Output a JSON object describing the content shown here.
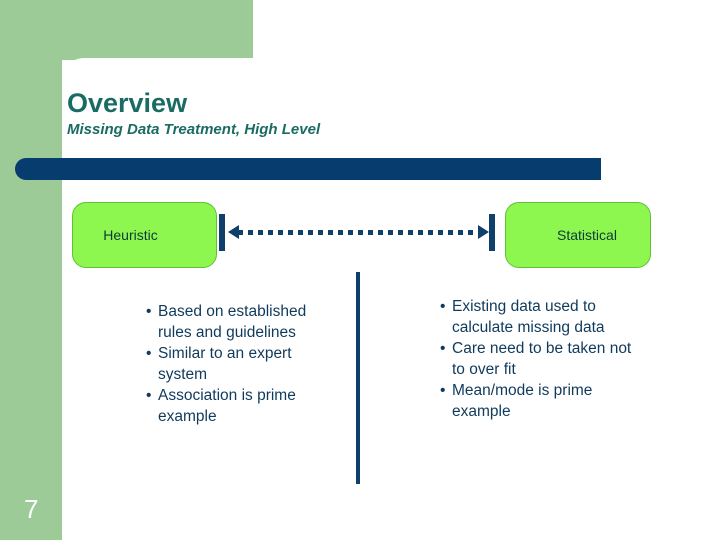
{
  "slide": {
    "title": "Overview",
    "subtitle": "Missing Data Treatment, High Level",
    "page_number": "7"
  },
  "colors": {
    "green_band": "#9ccb98",
    "title_teal": "#1a6b63",
    "bar_navy": "#073d6e",
    "node_green": "#8ef74f",
    "node_text": "#0d3a36",
    "body_navy": "#0f3a5c",
    "connector_navy": "#0f3f6b"
  },
  "diagram": {
    "left_node": {
      "label": "Heuristic"
    },
    "right_node": {
      "label": "Statistical"
    },
    "connector": {
      "style": "dotted",
      "arrowheads": "both"
    }
  },
  "columns": {
    "left": {
      "bullet_char": "•",
      "items": [
        "Based on established rules and guidelines",
        "Similar to an expert system",
        "Association is prime example"
      ]
    },
    "right": {
      "bullet_char": "•",
      "items": [
        "Existing data used to calculate missing data",
        "Care need to be taken not to over fit",
        "Mean/mode is prime example"
      ]
    }
  }
}
